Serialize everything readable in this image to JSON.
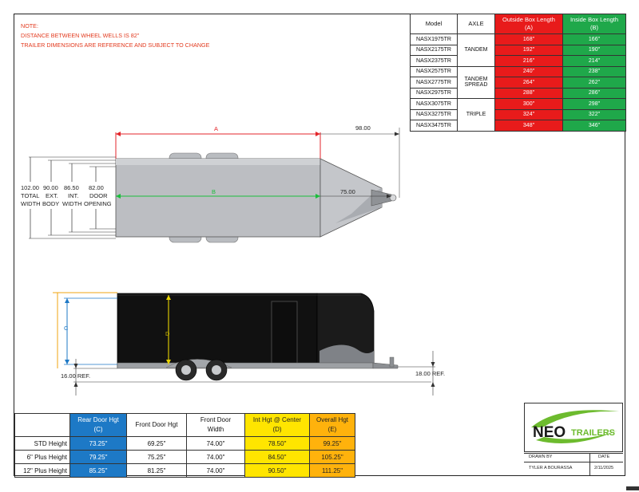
{
  "notes": [
    "NOTE:",
    "DISTANCE BETWEEN WHEEL WELLS IS 82\"",
    "TRAILER DIMENSIONS ARE REFERENCE AND SUBJECT TO CHANGE"
  ],
  "box_table": {
    "headers": {
      "model": "Model",
      "axle": "AXLE",
      "outside": "Outside Box Length",
      "outside_sub": "(A)",
      "inside": "Inside Box Length",
      "inside_sub": "(B)"
    },
    "axle_groups": [
      "TANDEM",
      "TANDEM",
      "SPREAD",
      "TRIPLE"
    ],
    "rows": [
      {
        "model": "NASX1975TR",
        "outside": "168\"",
        "inside": "166\""
      },
      {
        "model": "NASX2175TR",
        "outside": "192\"",
        "inside": "190\""
      },
      {
        "model": "NASX2375TR",
        "outside": "216\"",
        "inside": "214\""
      },
      {
        "model": "NASX2575TR",
        "outside": "240\"",
        "inside": "238\""
      },
      {
        "model": "NASX2775TR",
        "outside": "264\"",
        "inside": "262\""
      },
      {
        "model": "NASX2975TR",
        "outside": "288\"",
        "inside": "286\""
      },
      {
        "model": "NASX3075TR",
        "outside": "300\"",
        "inside": "298\""
      },
      {
        "model": "NASX3275TR",
        "outside": "324\"",
        "inside": "322\""
      },
      {
        "model": "NASX3475TR",
        "outside": "348\"",
        "inside": "346\""
      }
    ]
  },
  "top_view": {
    "dim_a": "A",
    "dim_b": "B",
    "dim_tongue": "98.00",
    "dim_coupler": "75.00",
    "widths": [
      {
        "value": "102.00",
        "l1": "TOTAL",
        "l2": "WIDTH"
      },
      {
        "value": "90.00",
        "l1": "EXT.",
        "l2": "BODY"
      },
      {
        "value": "86.50",
        "l1": "INT.",
        "l2": "WIDTH"
      },
      {
        "value": "82.00",
        "l1": "DOOR",
        "l2": "OPENING"
      }
    ]
  },
  "side_view": {
    "dim_c": "C",
    "dim_d": "D",
    "ref_left": "16.00 REF.",
    "ref_right": "18.00 REF."
  },
  "height_table": {
    "headers": {
      "rear": [
        "Rear Door Hgt",
        "(C)"
      ],
      "front": [
        "Front Door Hgt",
        ""
      ],
      "front_width": [
        "Front Door",
        "Width"
      ],
      "int": [
        "Int Hgt @ Center",
        "(D)"
      ],
      "overall": [
        "Overall Hgt",
        "(E)"
      ]
    },
    "rows": [
      {
        "label": "STD Height",
        "rear": "73.25\"",
        "front": "69.25\"",
        "width": "74.00\"",
        "int": "78.50\"",
        "overall": "99.25\""
      },
      {
        "label": "6\" Plus Height",
        "rear": "79.25\"",
        "front": "75.25\"",
        "width": "74.00\"",
        "int": "84.50\"",
        "overall": "105.25\""
      },
      {
        "label": "12\" Plus Height",
        "rear": "85.25\"",
        "front": "81.25\"",
        "width": "74.00\"",
        "int": "90.50\"",
        "overall": "111.25\""
      }
    ]
  },
  "logo": {
    "neo": "NEO",
    "trailers": "TRAILERS"
  },
  "title_block": {
    "drawn_by_label": "DRAWN BY",
    "date_label": "DATE",
    "drawn_by": "TYLER A BOURASSA",
    "date": "2/11/2025"
  },
  "colors": {
    "note_red": "#e23a1e",
    "outside_red": "#e81b1b",
    "inside_green": "#1fa84a",
    "rear_blue": "#1d79c6",
    "int_yellow": "#ffe500",
    "overall_orange": "#ffb20c",
    "dim_red": "#e3262b",
    "dim_green": "#1bbd3c",
    "dim_yellow": "#e8d300"
  }
}
